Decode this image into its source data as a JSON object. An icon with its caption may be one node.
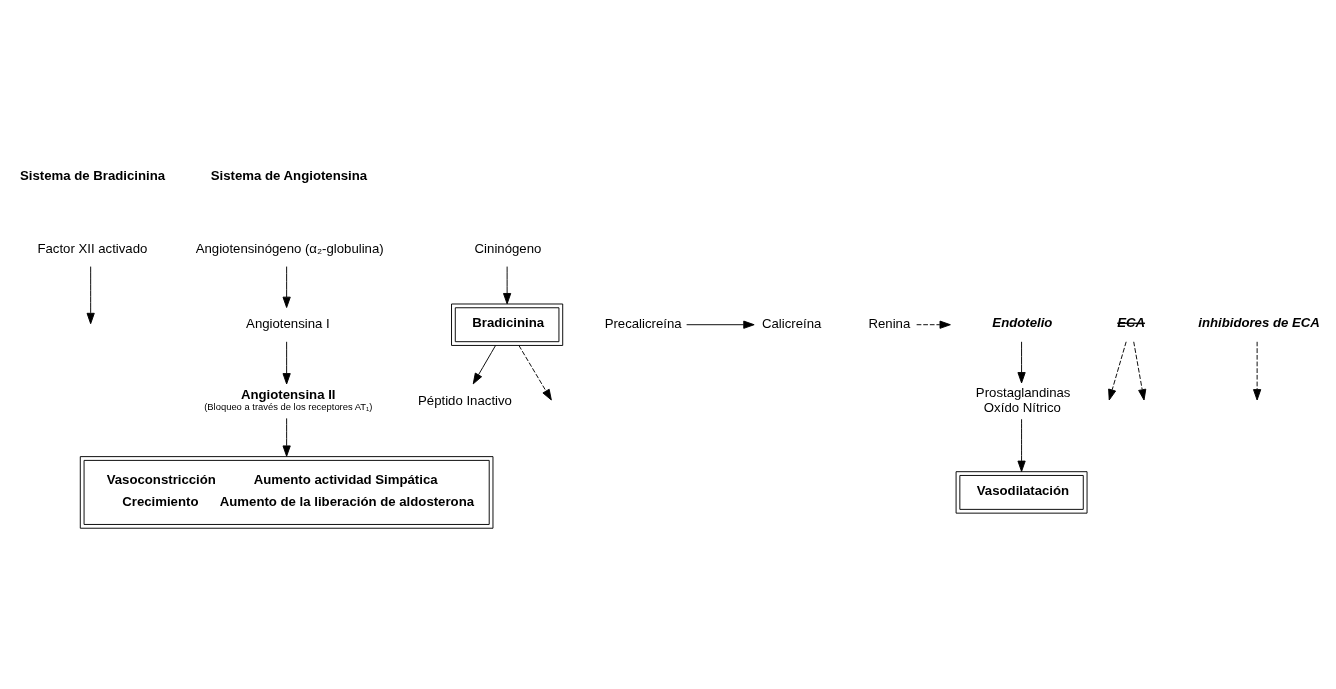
{
  "diagram": {
    "nodes": [
      {
        "text": [
          "Factor XII activado"
        ]
      },
      {
        "text": [
          "Cininógeno"
        ]
      },
      {
        "text": [
          "Angiotensinógeno (α₂-globulina)"
        ]
      },
      {
        "text": [
          "Precalicreína"
        ]
      },
      {
        "text": [
          "Calicreína"
        ]
      },
      {
        "text": [
          "Renina"
        ]
      },
      {
        "text": [
          "Endotelio"
        ]
      },
      {
        "text": [
          "Bradicinina"
        ]
      },
      {
        "text": [
          "Angiotensina I"
        ]
      },
      {
        "text": [
          "ECA"
        ]
      },
      {
        "text": [
          "inhibidores de ECA"
        ]
      },
      {
        "text": [
          "Prostaglandinas",
          "Oxído Nítrico"
        ]
      },
      {
        "text": [
          "Péptido Inactivo"
        ]
      },
      {
        "text": [
          "Angiotensina II"
        ],
        "beside": [
          "(Bloqueo a través de los receptores AT₁)"
        ]
      },
      {
        "text": [
          "Vasodilatación"
        ]
      },
      {
        "text": [
          "Vasoconstricción",
          "Aumento actividad Simpática",
          "Crecimiento",
          "Aumento de la liberación de aldosterona"
        ]
      }
    ],
    "edges": [
      {
        "from": 0,
        "to": null,
        "arrow": "to"
      },
      {
        "from": 3,
        "to": 4,
        "arrow": "to"
      },
      {
        "from": 1,
        "to": 7,
        "arrow": "to"
      },
      {
        "from": 2,
        "to": 8,
        "arrow": "to"
      },
      {
        "from": 5,
        "to": null,
        "arrow": "to",
        "style": "dashed"
      },
      {
        "from": 7,
        "to": null,
        "arrow": "to",
        "style": "dashed"
      },
      {
        "from": 6,
        "to": 11,
        "arrow": "to"
      },
      {
        "from": 9,
        "to": null,
        "arrow": "to",
        "style": "dashed"
      },
      {
        "from": 9,
        "to": null,
        "arrow": "to",
        "style": "dashed"
      },
      {
        "from": 10,
        "to": null,
        "arrow": "to",
        "style": "dashed"
      },
      {
        "from": 7,
        "to": 12,
        "arrow": "to"
      },
      {
        "from": 8,
        "to": 13,
        "arrow": "to"
      },
      {
        "from": 11,
        "to": 14,
        "arrow": "to"
      },
      {
        "from": 13,
        "to": 15,
        "arrow": "to"
      }
    ],
    "labels": [
      "Sistema de Bradicinina",
      "Sistema de Angiotensina"
    ]
  }
}
